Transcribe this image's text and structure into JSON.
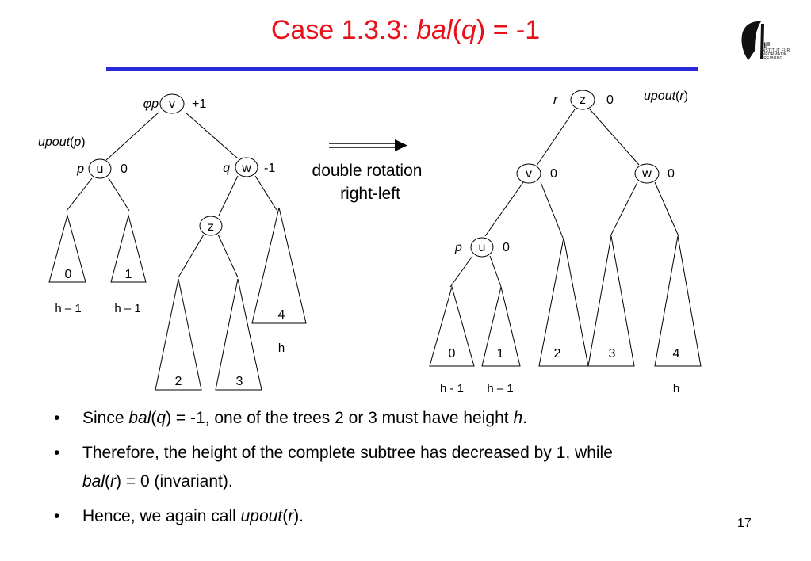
{
  "slide": {
    "title": {
      "prefix": "Case 1.3.3:",
      "func": "bal",
      "open": "(",
      "arg": "q",
      "close": ")",
      "rest": "= -1"
    },
    "logo": {
      "wordmark": "IIF",
      "caption": "INSTITUT FÜR\nINFORMATIK\nFREIBURG"
    },
    "page_number": "17",
    "colors": {
      "title": "#e8101a",
      "rule": "#2a2ad8"
    }
  },
  "operation": {
    "line1": "double rotation",
    "line2": "right-left",
    "arrow": "double-arrow-right"
  },
  "before": {
    "v": {
      "node": "v",
      "pointer": "φp",
      "balance": "+1"
    },
    "u": {
      "node": "u",
      "pointer": "p",
      "balance": "0",
      "upout": "upout",
      "upout_arg": "p"
    },
    "w": {
      "node": "w",
      "pointer": "q",
      "balance": "-1"
    },
    "z": {
      "node": "z"
    },
    "subtrees": [
      {
        "label": "0",
        "height": "h – 1"
      },
      {
        "label": "1",
        "height": "h – 1"
      },
      {
        "label": "2"
      },
      {
        "label": "3"
      },
      {
        "label": "4",
        "height": "h"
      }
    ]
  },
  "after": {
    "z": {
      "node": "z",
      "pointer": "r",
      "balance": "0",
      "upout": "upout",
      "upout_arg": "r"
    },
    "v": {
      "node": "v",
      "balance": "0"
    },
    "w": {
      "node": "w",
      "balance": "0"
    },
    "u": {
      "node": "u",
      "pointer": "p",
      "balance": "0"
    },
    "subtrees": [
      {
        "label": "0",
        "height": "h - 1"
      },
      {
        "label": "1",
        "height": "h – 1"
      },
      {
        "label": "2"
      },
      {
        "label": "3"
      },
      {
        "label": "4",
        "height": "h"
      }
    ]
  },
  "bullets": [
    {
      "marker": "•",
      "parts": [
        "Since ",
        "bal",
        "(",
        "q",
        ") = -1, one of the trees 2 or 3 must have height ",
        "h",
        "."
      ]
    },
    {
      "marker": "•",
      "parts": [
        "Therefore, the height of the complete subtree has decreased by 1, while"
      ],
      "line2": [
        "bal",
        "(",
        "r",
        ") = 0 (invariant)."
      ]
    },
    {
      "marker": "•",
      "parts": [
        "Hence, we again call ",
        "upout",
        "(",
        "r",
        ")."
      ]
    }
  ]
}
